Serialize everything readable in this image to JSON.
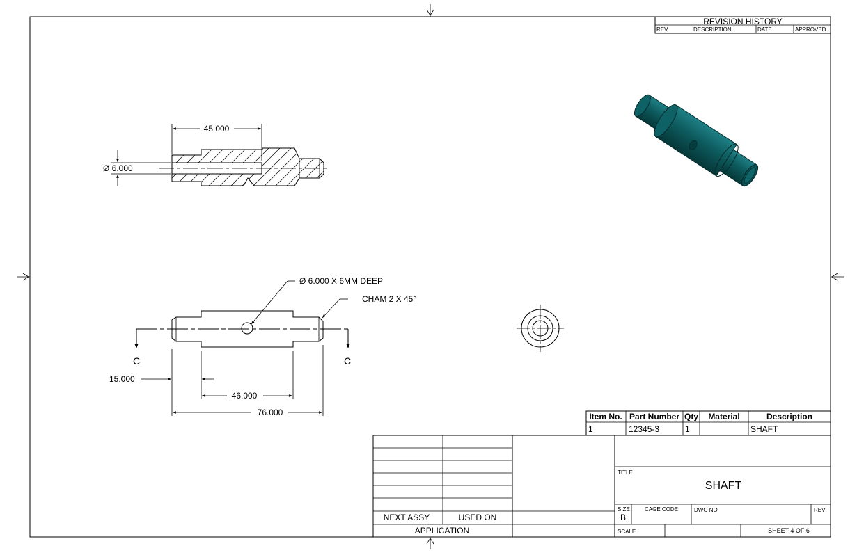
{
  "revision_history": {
    "title": "REVISION HISTORY",
    "columns": [
      "REV",
      "DESCRIPTION",
      "DATE",
      "APPROVED"
    ]
  },
  "section_view": {
    "length_dim": "45.000",
    "diameter_dim": "Ø 6.000"
  },
  "front_view": {
    "hole_note": "Ø 6.000 X 6MM DEEP",
    "chamfer_note": "CHAM 2 X 45°",
    "section_label_left": "C",
    "section_label_right": "C",
    "dim_offset": "15.000",
    "dim_body": "46.000",
    "dim_overall": "76.000"
  },
  "parts_list": {
    "headers": [
      "Item No.",
      "Part Number",
      "Qty",
      "Material",
      "Description"
    ],
    "rows": [
      [
        "1",
        "12345-3",
        "1",
        "",
        "SHAFT"
      ]
    ]
  },
  "application_block": {
    "next_assy": "NEXT ASSY",
    "used_on": "USED ON",
    "application": "APPLICATION"
  },
  "title_block": {
    "title_label": "TITLE",
    "title": "SHAFT",
    "size_label": "SIZE",
    "size": "B",
    "cage_code_label": "CAGE CODE",
    "dwg_no_label": "DWG NO",
    "rev_label": "REV",
    "scale_label": "SCALE",
    "sheet": "SHEET 4 OF 6"
  },
  "colors": {
    "shaft_3d": "#0d5b5e",
    "shaft_3d_dark": "#073f41",
    "line": "#000000"
  }
}
